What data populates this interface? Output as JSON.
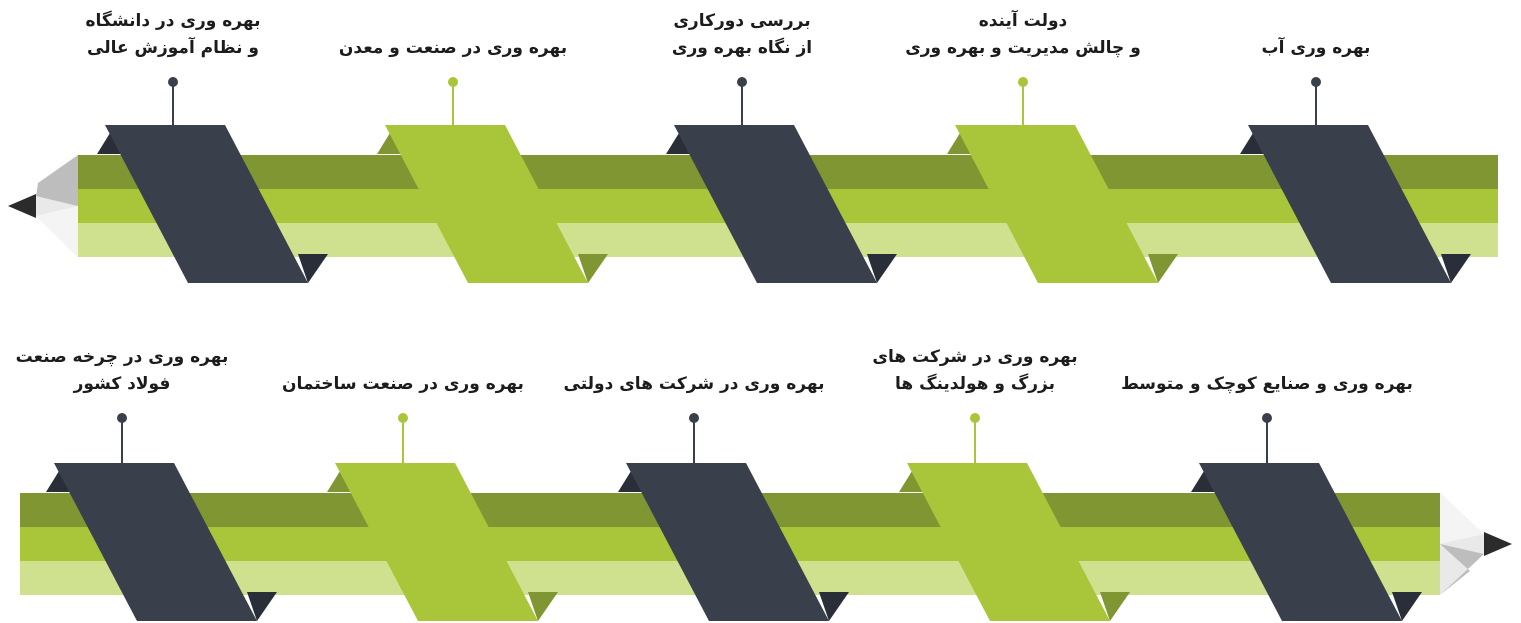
{
  "colors": {
    "dark": "#3a3f4c",
    "dark_shadow": "#2a2e38",
    "green": "#a9c53a",
    "green_shadow": "#7f9632",
    "band_top": "#7f9632",
    "band_mid": "#a9c53a",
    "band_bottom": "#cfe08e",
    "pin_dark": "#3a3f4c",
    "pin_green": "#a9c53a"
  },
  "rows": [
    {
      "items": [
        {
          "lines": [
            "بهره وری آب"
          ],
          "color": "dark"
        },
        {
          "lines": [
            "دولت آینده",
            "و چالش مدیریت و بهره وری"
          ],
          "color": "green"
        },
        {
          "lines": [
            "بررسی دورکاری",
            "از نگاه بهره وری"
          ],
          "color": "dark"
        },
        {
          "lines": [
            "بهره وری در صنعت و معدن"
          ],
          "color": "green"
        },
        {
          "lines": [
            "بهره وری در دانشگاه",
            "و نظام آموزش عالی"
          ],
          "color": "dark"
        }
      ]
    },
    {
      "items": [
        {
          "lines": [
            "بهره وری و صنایع کوچک و متوسط"
          ],
          "color": "dark"
        },
        {
          "lines": [
            "بهره وری در شرکت های",
            "بزرگ و هولدینگ ها"
          ],
          "color": "green"
        },
        {
          "lines": [
            "بهره وری در شرکت های دولتی"
          ],
          "color": "dark"
        },
        {
          "lines": [
            "بهره وری در صنعت ساختمان"
          ],
          "color": "green"
        },
        {
          "lines": [
            "بهره وری در چرخه صنعت",
            "فولاد کشور"
          ],
          "color": "dark"
        }
      ]
    }
  ]
}
